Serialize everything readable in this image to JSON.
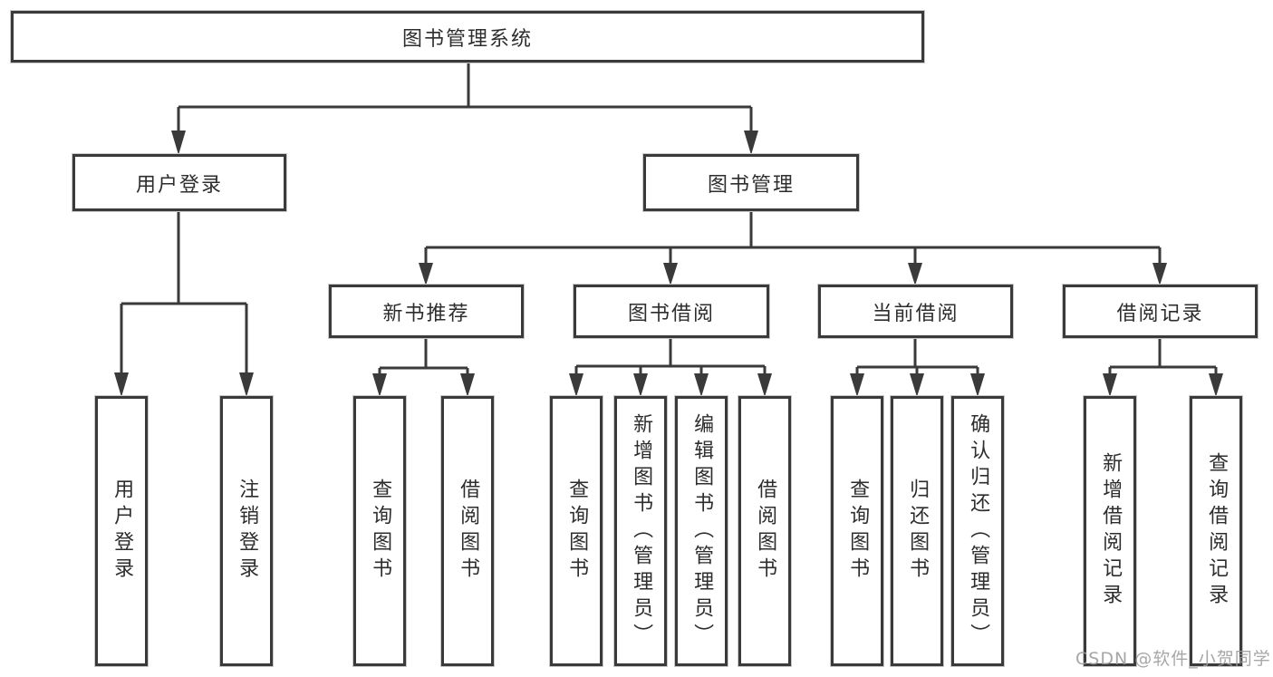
{
  "tree": {
    "label": "图书管理系统",
    "children": [
      {
        "label": "用户登录",
        "children": [
          {
            "label": "用户登录"
          },
          {
            "label": "注销登录"
          }
        ]
      },
      {
        "label": "图书管理",
        "children": [
          {
            "label": "新书推荐",
            "children": [
              {
                "label": "查询图书"
              },
              {
                "label": "借阅图书"
              }
            ]
          },
          {
            "label": "图书借阅",
            "children": [
              {
                "label": "查询图书"
              },
              {
                "label": "新增图书（管理员）"
              },
              {
                "label": "编辑图书（管理员）"
              },
              {
                "label": "借阅图书"
              }
            ]
          },
          {
            "label": "当前借阅",
            "children": [
              {
                "label": "查询图书"
              },
              {
                "label": "归还图书"
              },
              {
                "label": "确认归还（管理员）"
              }
            ]
          },
          {
            "label": "借阅记录",
            "children": [
              {
                "label": "新增借阅记录"
              },
              {
                "label": "查询借阅记录"
              }
            ]
          }
        ]
      }
    ]
  },
  "watermark": {
    "text": "CSDN @软件_小贺同学"
  },
  "colors": {
    "line": "#3a3a3a",
    "text": "#2d2d2d",
    "box_border": "#3a3a3a",
    "watermark": "#9e9ca0",
    "background": "#ffffff"
  }
}
